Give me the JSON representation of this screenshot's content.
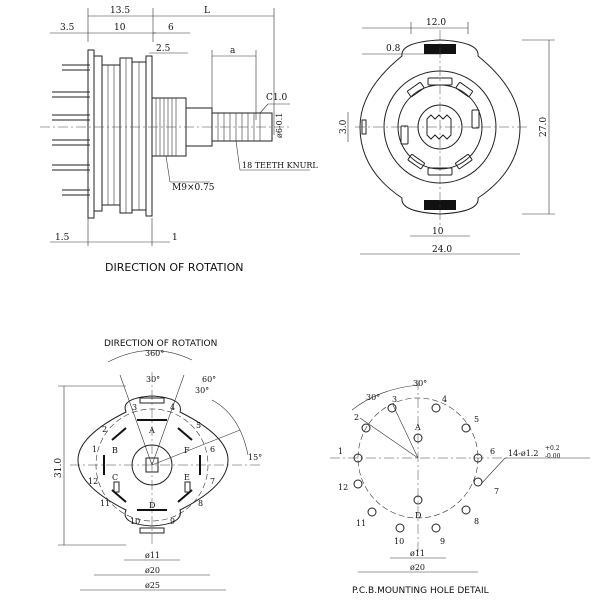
{
  "views": {
    "side": {
      "dims": {
        "d13_5": "13.5",
        "L": "L",
        "d3_5": "3.5",
        "d10": "10",
        "d6": "6",
        "d2_5": "2.5",
        "a": "a",
        "d1_5": "1.5",
        "d1": "1"
      },
      "callouts": {
        "chamfer": "C1.0",
        "thread": "M9×0.75",
        "knurl": "18 TEETH KNURL"
      },
      "caption": "DIRECTION OF ROTATION"
    },
    "front": {
      "dims": {
        "d12": "12.0",
        "d0_8": "0.8",
        "d3": "3.0",
        "d27": "27.0",
        "d10": "10",
        "d24": "24.0"
      }
    },
    "rotor": {
      "caption": "DIRECTION OF ROTATION",
      "angles": {
        "a360": "360°",
        "a30a": "30°",
        "a60": "60°",
        "a30b": "30°",
        "a15": "15°"
      },
      "letters": {
        "A": "A",
        "B": "B",
        "C": "C",
        "D": "D",
        "E": "E",
        "F": "F"
      },
      "nums": [
        "1",
        "2",
        "3",
        "4",
        "5",
        "6",
        "7",
        "8",
        "9",
        "10",
        "11",
        "12"
      ],
      "dims": {
        "h31": "31.0",
        "d11": "ø11",
        "d20": "ø20",
        "d25": "ø25"
      }
    },
    "pcb": {
      "caption": "P.C.B.MOUNTING HOLE DETAIL",
      "angles": {
        "a30a": "30°",
        "a30b": "30°"
      },
      "letters": {
        "A": "A",
        "D": "D"
      },
      "nums": [
        "1",
        "2",
        "3",
        "4",
        "5",
        "6",
        "7",
        "8",
        "9",
        "10",
        "11",
        "12"
      ],
      "holes": "14-ø1.2",
      "tol_up": "+0.2",
      "tol_dn": "-0.00",
      "dims": {
        "d11": "ø11",
        "d20": "ø20"
      }
    }
  }
}
